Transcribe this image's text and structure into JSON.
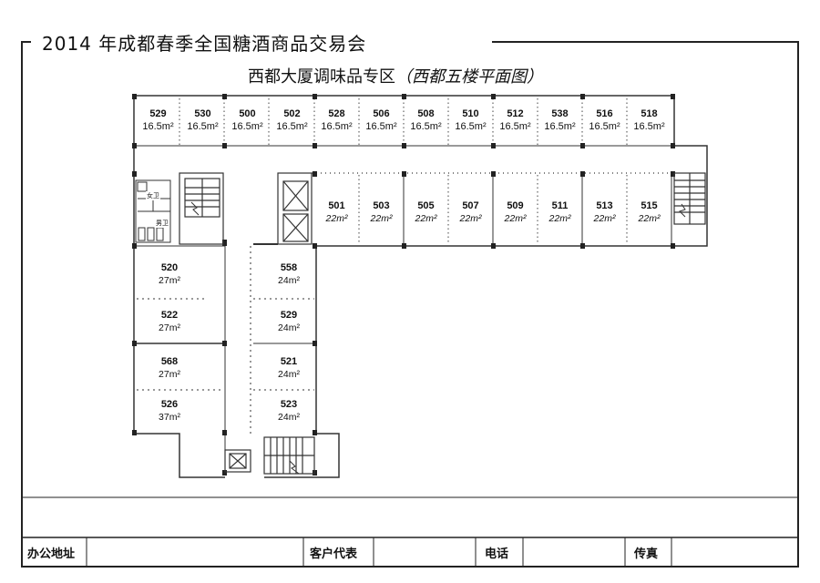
{
  "header": {
    "title": "2014 年成都春季全国糖酒商品交易会",
    "subtitle": "西都大厦调味品专区",
    "subtitle_paren": "（西都五楼平面图）"
  },
  "floor_plan": {
    "top_row": [
      {
        "number": "529",
        "area": "16.5m²"
      },
      {
        "number": "530",
        "area": "16.5m²"
      },
      {
        "number": "500",
        "area": "16.5m²"
      },
      {
        "number": "502",
        "area": "16.5m²"
      },
      {
        "number": "528",
        "area": "16.5m²"
      },
      {
        "number": "506",
        "area": "16.5m²"
      },
      {
        "number": "508",
        "area": "16.5m²"
      },
      {
        "number": "510",
        "area": "16.5m²"
      },
      {
        "number": "512",
        "area": "16.5m²"
      },
      {
        "number": "538",
        "area": "16.5m²"
      },
      {
        "number": "516",
        "area": "16.5m²"
      },
      {
        "number": "518",
        "area": "16.5m²"
      }
    ],
    "middle_row": [
      {
        "number": "501",
        "area": "22m²"
      },
      {
        "number": "503",
        "area": "22m²"
      },
      {
        "number": "505",
        "area": "22m²"
      },
      {
        "number": "507",
        "area": "22m²"
      },
      {
        "number": "509",
        "area": "22m²"
      },
      {
        "number": "511",
        "area": "22m²"
      },
      {
        "number": "513",
        "area": "22m²"
      },
      {
        "number": "515",
        "area": "22m²"
      }
    ],
    "left_column": [
      {
        "number": "520",
        "area": "27m²"
      },
      {
        "number": "522",
        "area": "27m²"
      },
      {
        "number": "568",
        "area": "27m²"
      },
      {
        "number": "526",
        "area": "37m²"
      }
    ],
    "right_column": [
      {
        "number": "558",
        "area": "24m²"
      },
      {
        "number": "529",
        "area": "24m²"
      },
      {
        "number": "521",
        "area": "24m²"
      },
      {
        "number": "523",
        "area": "24m²"
      }
    ],
    "restrooms": {
      "women": "女卫",
      "men": "男卫"
    }
  },
  "footer": {
    "address_label": "办公地址",
    "rep_label": "客户代表",
    "phone_label": "电话",
    "fax_label": "传真"
  }
}
